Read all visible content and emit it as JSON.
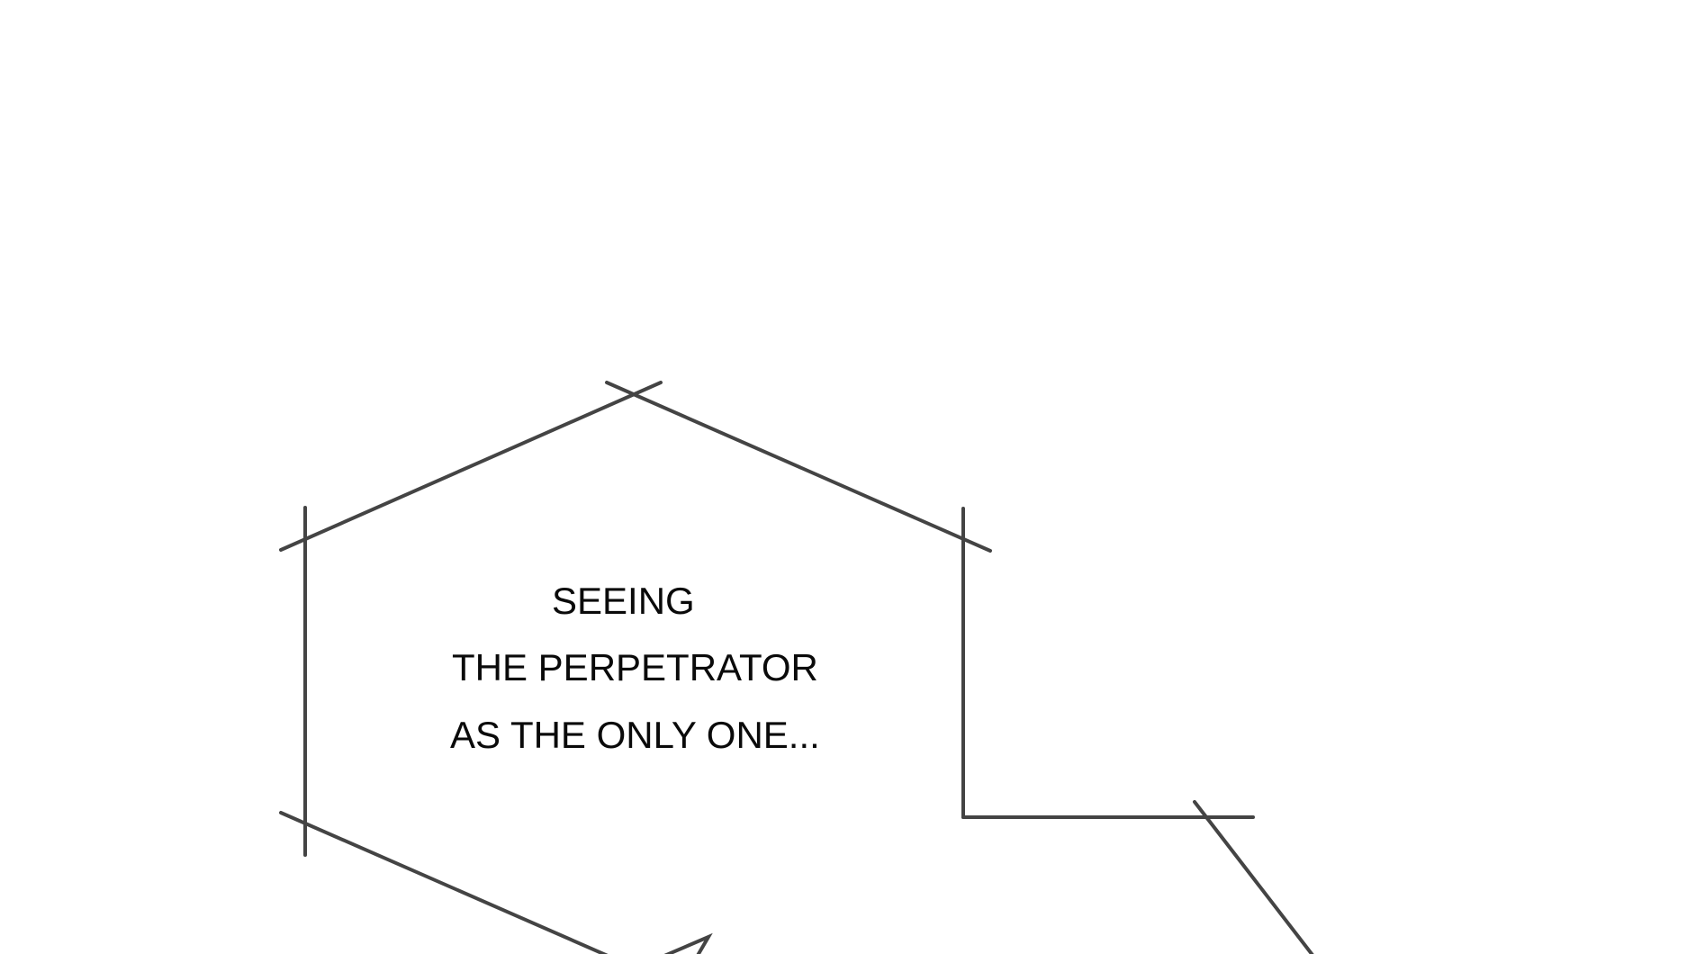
{
  "panel": {
    "caption_lines": [
      "SEEING",
      "THE PERPETRATOR",
      "AS THE ONLY ONE..."
    ],
    "stroke_color": "#444444",
    "text_color": "#0a0a0a"
  }
}
